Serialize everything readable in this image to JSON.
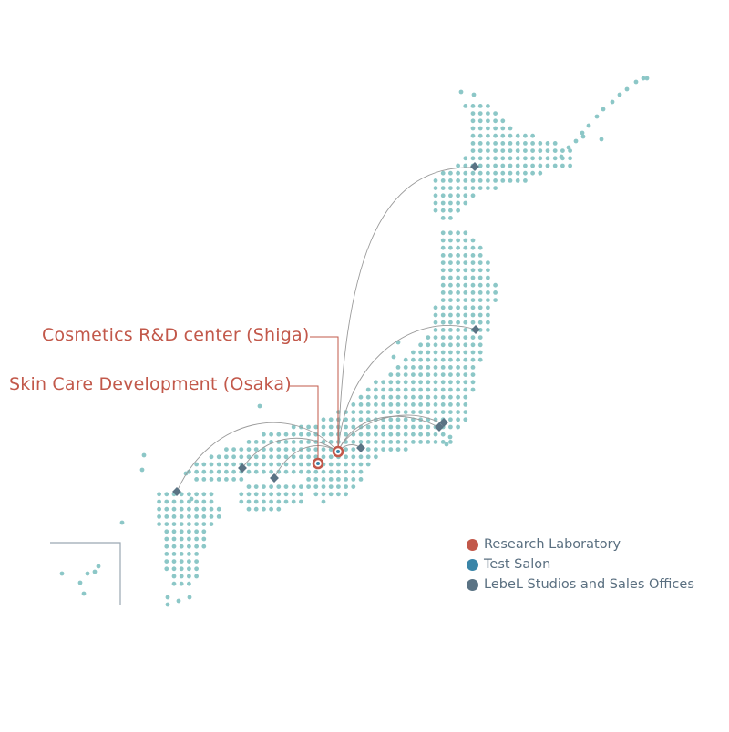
{
  "labels": {
    "shiga": "Cosmetics R&D center (Shiga)",
    "osaka": "Skin Care Development (Osaka)"
  },
  "legend": {
    "research": "Research Laboratory",
    "salon": "Test Salon",
    "offices": "LebeL Studios and Sales Offices"
  },
  "colors": {
    "land_dot": "#8cc7c7",
    "research": "#c2584a",
    "salon": "#3a85a8",
    "office": "#5a7384",
    "arc": "#9a9a9a",
    "text_accent": "#c2584a",
    "text_legend": "#5a6f80"
  },
  "icons": [
    "research-marker-icon",
    "salon-marker-icon",
    "office-marker-icon"
  ]
}
